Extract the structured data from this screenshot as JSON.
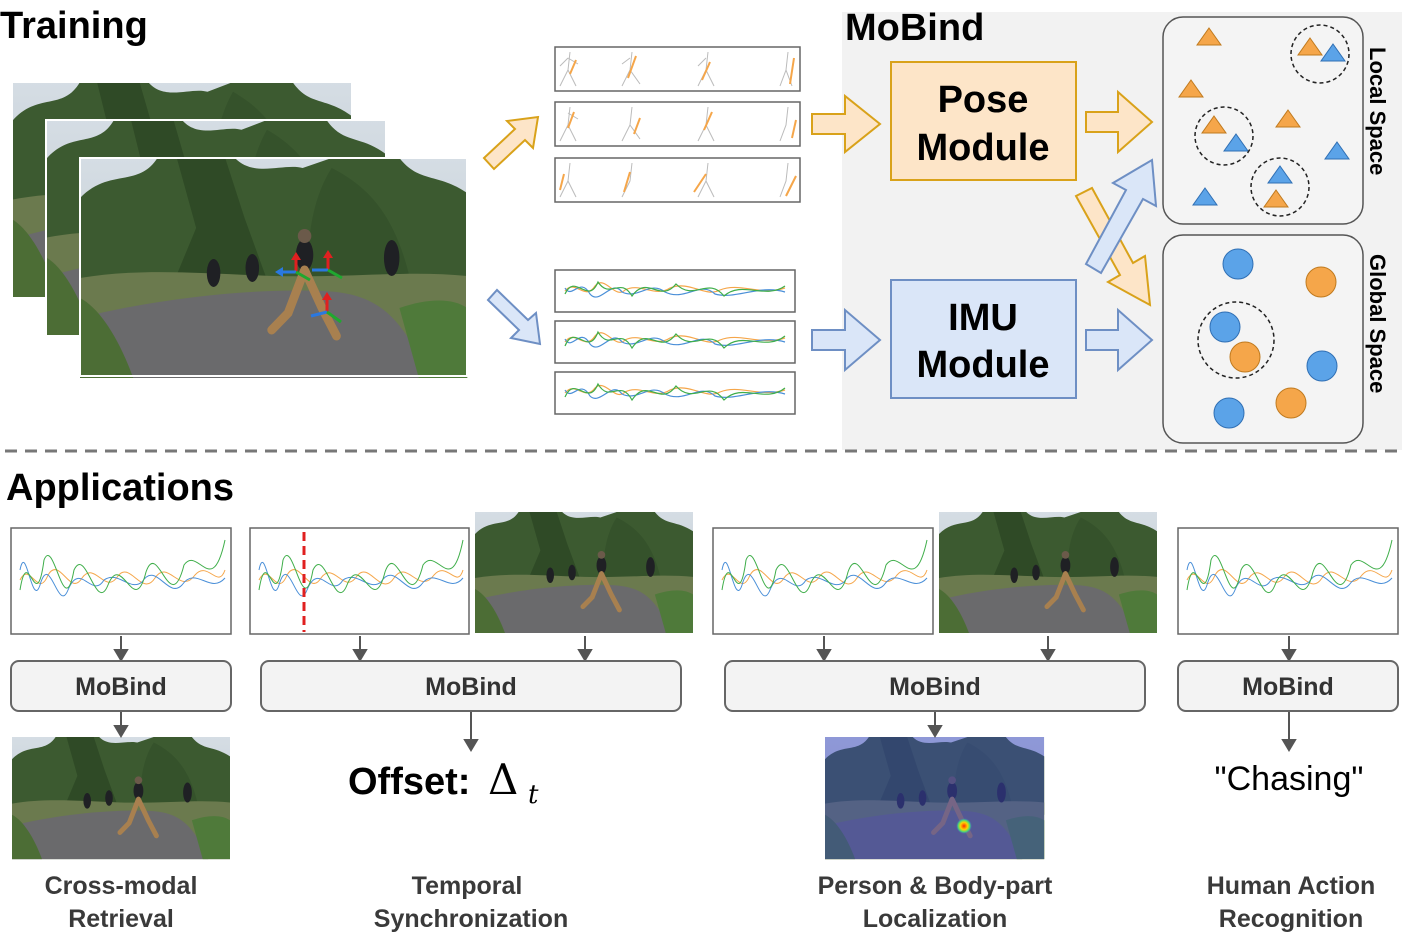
{
  "training": {
    "heading": "Training",
    "mobind_title": "MoBind",
    "pose_module": [
      "Pose",
      "Module"
    ],
    "imu_module": [
      "IMU",
      "Module"
    ],
    "local_space": "Local Space",
    "global_space": "Global  Space"
  },
  "applications": {
    "heading": "Applications",
    "block_label": "MoBind",
    "offset_label": "Offset:",
    "offset_symbol": "Δ",
    "offset_subscript": "t",
    "action_output": "\"Chasing\"",
    "captions": [
      [
        "Cross-modal",
        "Retrieval"
      ],
      [
        "Temporal",
        "Synchronization"
      ],
      [
        "Person & Body-part",
        "Localization"
      ],
      [
        "Human Action",
        "Recognition"
      ]
    ]
  },
  "colors": {
    "pose_fill": "#fde5c8",
    "pose_stroke": "#d9a21a",
    "imu_fill": "#dae6f8",
    "imu_stroke": "#6e8fc4",
    "orange_marker": "#f5a64a",
    "blue_marker": "#5ba3e8",
    "panel_bg": "#f2f2f2",
    "box_fill": "#f3f3f3",
    "box_stroke": "#666666"
  }
}
